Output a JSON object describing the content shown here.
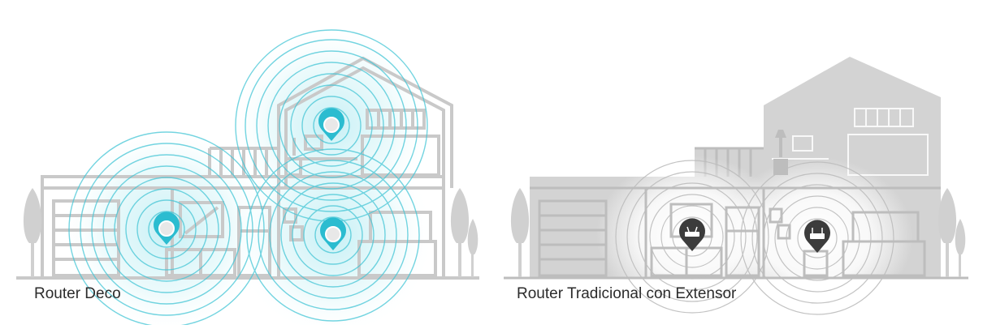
{
  "panels": {
    "left": {
      "caption": "Router Deco",
      "device_icon": "deco-node-icon",
      "device_count": 3,
      "accent": "#2bbcd0"
    },
    "right": {
      "caption": "Router Tradicional con Extensor",
      "device_icons": [
        "router-icon",
        "extender-icon"
      ],
      "accent": "#3c3c3c"
    }
  },
  "colors": {
    "house_line_left": "#c9c9c9",
    "house_fill_right": "#d3d3d3",
    "house_line_right": "#bdbdbd",
    "wifi_cyan": "#45c6d6",
    "signal_grey": "#bdbdbd"
  }
}
